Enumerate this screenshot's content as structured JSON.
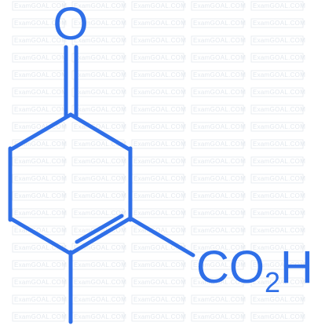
{
  "molecule": {
    "atoms": {
      "oxygen": "O",
      "carboxyl_prefix": "CO",
      "carboxyl_subscript": "2",
      "carboxyl_suffix": "H"
    },
    "colors": {
      "bond": "#2f6fe8",
      "label": "#2f6fe8"
    }
  },
  "watermark": {
    "text": "ExamGOAL.COM",
    "color": "#e3e8ee"
  }
}
